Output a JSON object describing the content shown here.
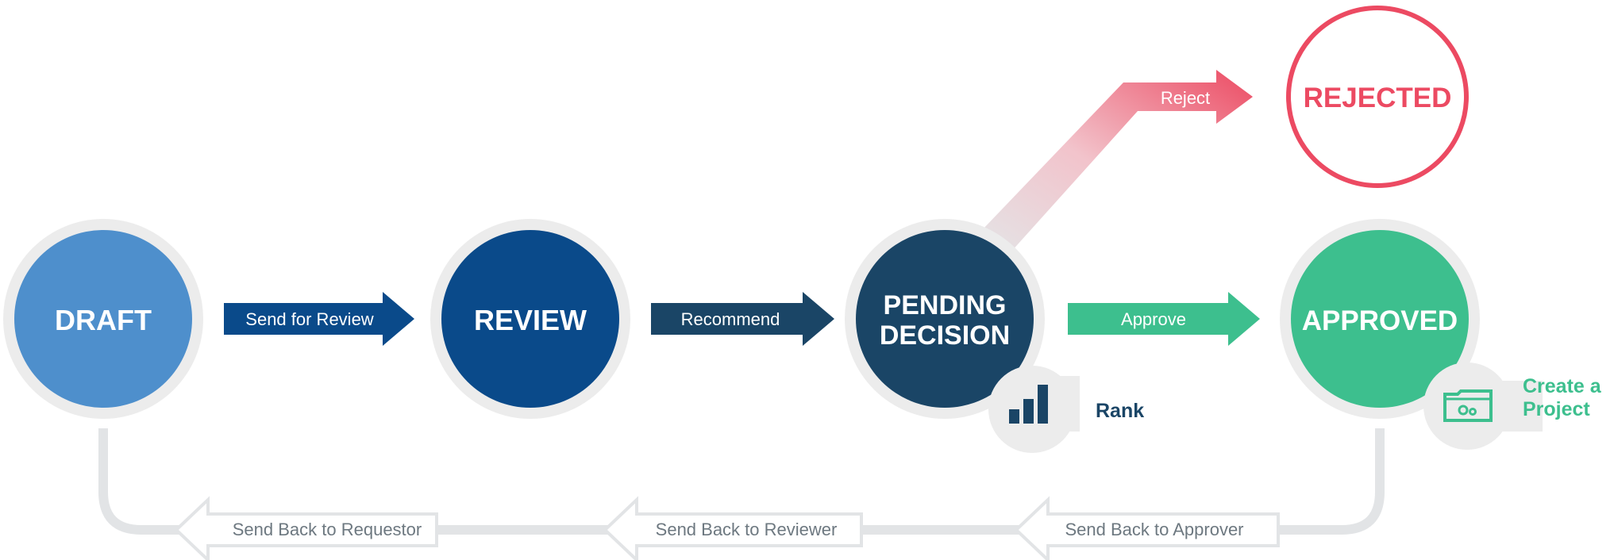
{
  "states": {
    "draft": {
      "label": "DRAFT"
    },
    "review": {
      "label": "REVIEW"
    },
    "pending": {
      "label_line1": "PENDING",
      "label_line2": "DECISION"
    },
    "approved": {
      "label": "APPROVED"
    },
    "rejected": {
      "label": "REJECTED"
    }
  },
  "transitions": {
    "send_for_review": "Send for Review",
    "recommend": "Recommend",
    "approve": "Approve",
    "reject": "Reject"
  },
  "back_transitions": {
    "to_requestor": "Send Back to Requestor",
    "to_reviewer": "Send Back to Reviewer",
    "to_approver": "Send Back to Approver"
  },
  "actions": {
    "rank": {
      "label": "Rank",
      "icon": "bar-chart-icon"
    },
    "create_project": {
      "label_line1": "Create a",
      "label_line2": "Project",
      "icon": "folder-project-icon"
    }
  },
  "colors": {
    "draft": "#4e8fcc",
    "review": "#0a4a8a",
    "pending": "#1a4566",
    "approved": "#3dbf8e",
    "rejected": "#ec4a62",
    "halo": "#ececec",
    "connector": "#e2e4e6"
  }
}
